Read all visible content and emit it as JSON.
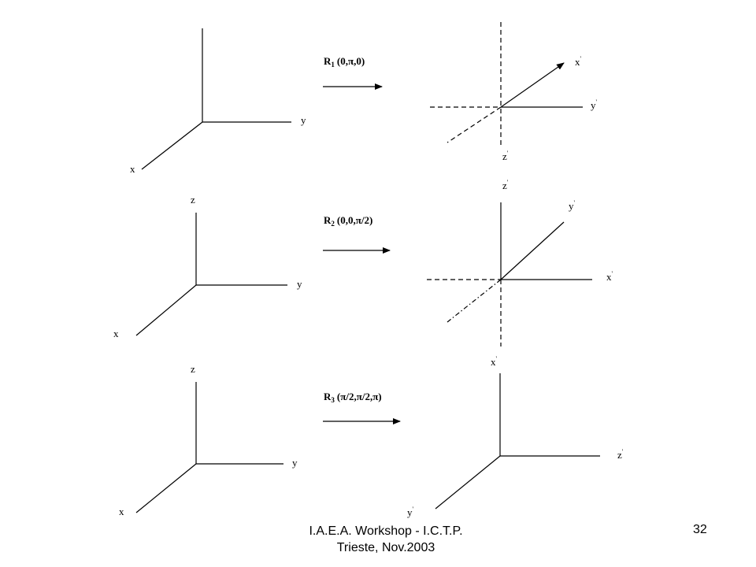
{
  "rows": [
    {
      "rotation": {
        "letter": "R",
        "index": "1",
        "angles": "(0,π,0)"
      },
      "original": {
        "x": "x",
        "y": "y",
        "z": ""
      },
      "rotated": {
        "x": "x",
        "y": "y",
        "z": "z",
        "prime": "'"
      }
    },
    {
      "rotation": {
        "letter": "R",
        "index": "2",
        "angles": "(0,0,π/2)"
      },
      "original": {
        "x": "x",
        "y": "y",
        "z": "z"
      },
      "rotated": {
        "x": "x",
        "y": "y",
        "z": "z",
        "prime": "'"
      }
    },
    {
      "rotation": {
        "letter": "R",
        "index": "3",
        "angles": "(π/2,π/2,π)"
      },
      "original": {
        "x": "x",
        "y": "y",
        "z": "z"
      },
      "rotated": {
        "x": "x",
        "y": "y",
        "z": "z",
        "prime": "'"
      }
    }
  ],
  "footer": {
    "line1": "I.A.E.A. Workshop - I.C.T.P.",
    "line2": "Trieste, Nov.2003",
    "page": "32"
  }
}
